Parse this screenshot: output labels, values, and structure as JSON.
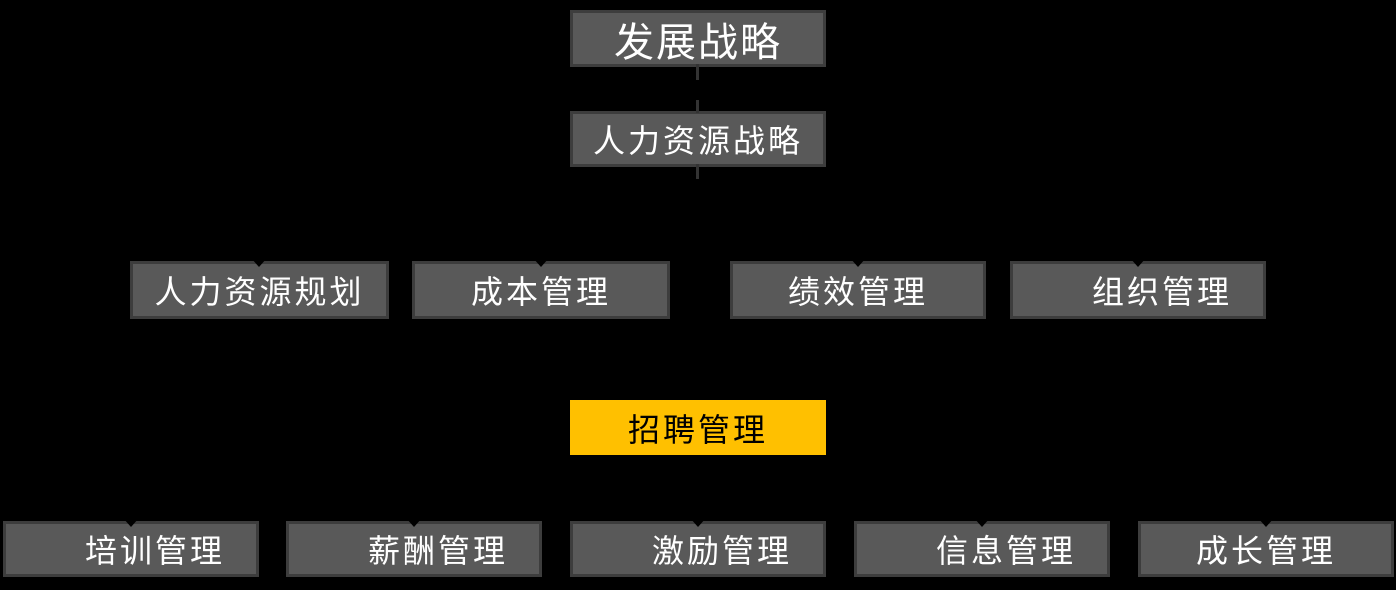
{
  "diagram": {
    "type": "hr-management-structure",
    "background_color": "#000000",
    "node_fill_color": "#595959",
    "node_border_color": "#3d3d3d",
    "node_text_color": "#ffffff",
    "highlight_fill_color": "#ffc000",
    "highlight_text_color": "#000000",
    "levels": [
      {
        "nodes": [
          {
            "label": "发展战略"
          }
        ]
      },
      {
        "nodes": [
          {
            "label": "人力资源战略"
          }
        ]
      },
      {
        "nodes": [
          {
            "label": "人力资源规划"
          },
          {
            "label": "成本管理"
          },
          {
            "label": "绩效管理"
          },
          {
            "label": "组织管理"
          }
        ]
      },
      {
        "nodes": [
          {
            "label": "招聘管理",
            "highlighted": true
          }
        ]
      },
      {
        "nodes": [
          {
            "label": "培训管理"
          },
          {
            "label": "薪酬管理"
          },
          {
            "label": "激励管理"
          },
          {
            "label": "信息管理"
          },
          {
            "label": "成长管理"
          }
        ]
      }
    ]
  }
}
